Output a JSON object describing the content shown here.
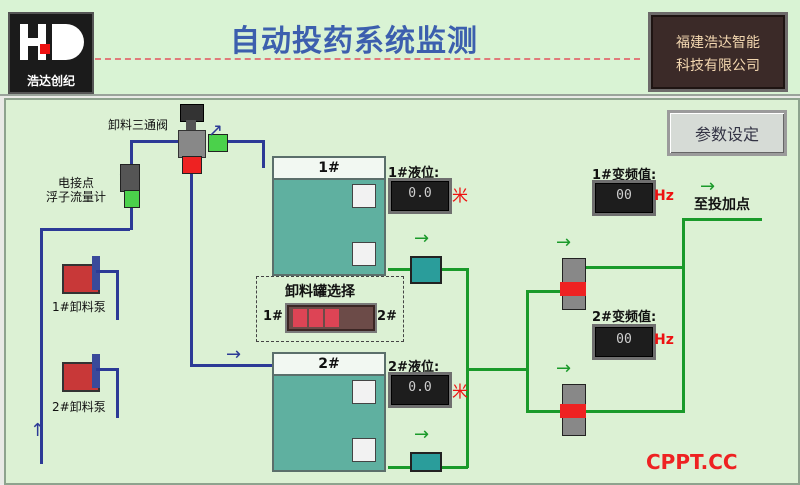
{
  "header": {
    "title": "自动投药系统监测",
    "logo_text": "浩达创纪",
    "company_line1": "福建浩达智能",
    "company_line2": "科技有限公司"
  },
  "buttons": {
    "param_settings": "参数设定"
  },
  "labels": {
    "three_way_valve": "卸料三通阀",
    "float_meter_line1": "电接点",
    "float_meter_line2": "浮子流量计",
    "pump1": "1#卸料泵",
    "pump2": "2#卸料泵",
    "to_dosing_point": "至投加点",
    "tank_select": "卸料罐选择",
    "sel_left": "1#",
    "sel_right": "2#"
  },
  "tanks": {
    "tank1": {
      "name": "1#",
      "level_label": "1#液位:",
      "level_value": "0.0",
      "unit": "米"
    },
    "tank2": {
      "name": "2#",
      "level_label": "2#液位:",
      "level_value": "0.0",
      "unit": "米"
    }
  },
  "vfd": {
    "vfd1": {
      "label": "1#变频值:",
      "value": "00",
      "unit": "Hz"
    },
    "vfd2": {
      "label": "2#变频值:",
      "value": "00",
      "unit": "Hz"
    }
  },
  "watermark": "CPPT.CC",
  "colors": {
    "accent_red": "#e11111",
    "pipe_blue": "#2c3a96",
    "pipe_green": "#1a9a2a",
    "tank_fill": "#5fb0a0"
  }
}
